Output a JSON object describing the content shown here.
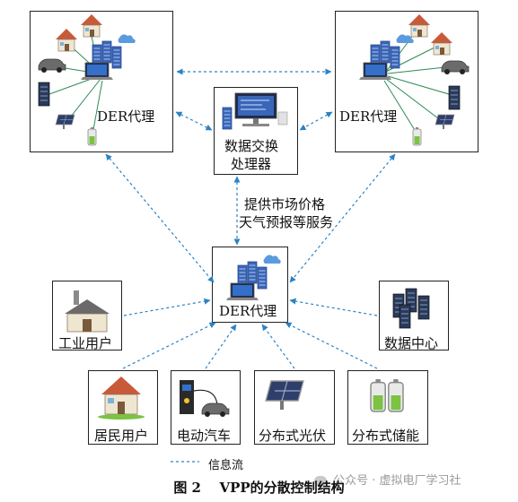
{
  "nodes": {
    "der_left": "DER代理",
    "der_right": "DER代理",
    "der_center": "DER代理",
    "exchange_line1": "数据交换",
    "exchange_line2": "处理器",
    "industrial": "工业用户",
    "datacenter": "数据中心",
    "residential": "居民用户",
    "ev": "电动汽车",
    "pv": "分布式光伏",
    "storage": "分布式储能"
  },
  "service_line1": "提供市场价格",
  "service_line2": "天气预报等服务",
  "legend": {
    "label": "信息流"
  },
  "caption": {
    "number": "图 2",
    "title": "VPP的分散控制结构"
  },
  "watermark": "公众号 · 虚拟电厂学习社",
  "colors": {
    "arrow": "#2a83c6",
    "server": "#3a66b8",
    "server_dark": "#274b8e",
    "house": "#c85a3a",
    "line_green": "#2e8b57"
  }
}
